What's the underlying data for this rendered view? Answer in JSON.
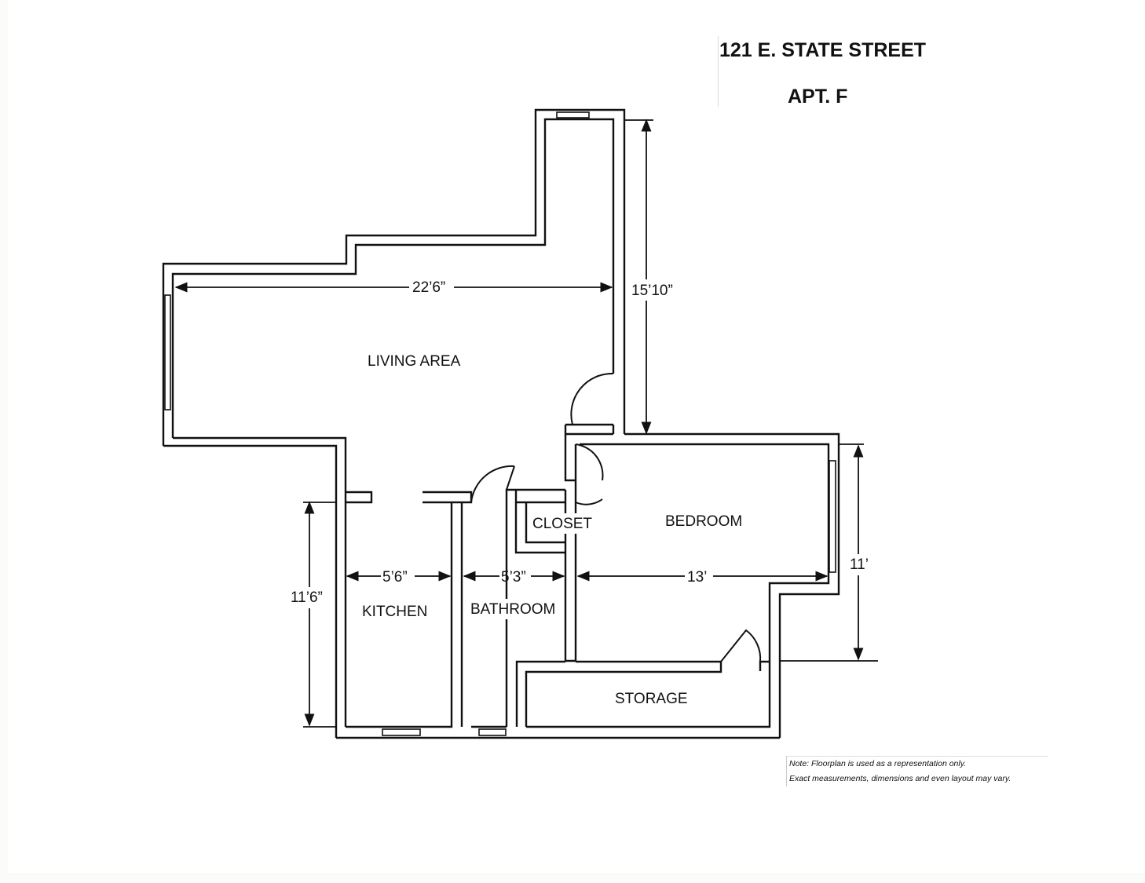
{
  "header": {
    "address": "121 E. STATE STREET",
    "unit": "APT. F"
  },
  "rooms": {
    "living": "LIVING AREA",
    "closet": "CLOSET",
    "bedroom": "BEDROOM",
    "kitchen": "KITCHEN",
    "bathroom": "BATHROOM",
    "storage": "STORAGE"
  },
  "dimensions": {
    "living_width": "22’6”",
    "living_depth": "15’10”",
    "kitchen_depth": "11’6”",
    "kitchen_width": "5’6”",
    "bathroom_width": "5’3”",
    "bedroom_width": "13’",
    "bedroom_depth": "11’"
  },
  "note": {
    "line1": "Note:  Floorplan is used as a representation only.",
    "line2": "Exact measurements, dimensions and even layout may vary."
  }
}
